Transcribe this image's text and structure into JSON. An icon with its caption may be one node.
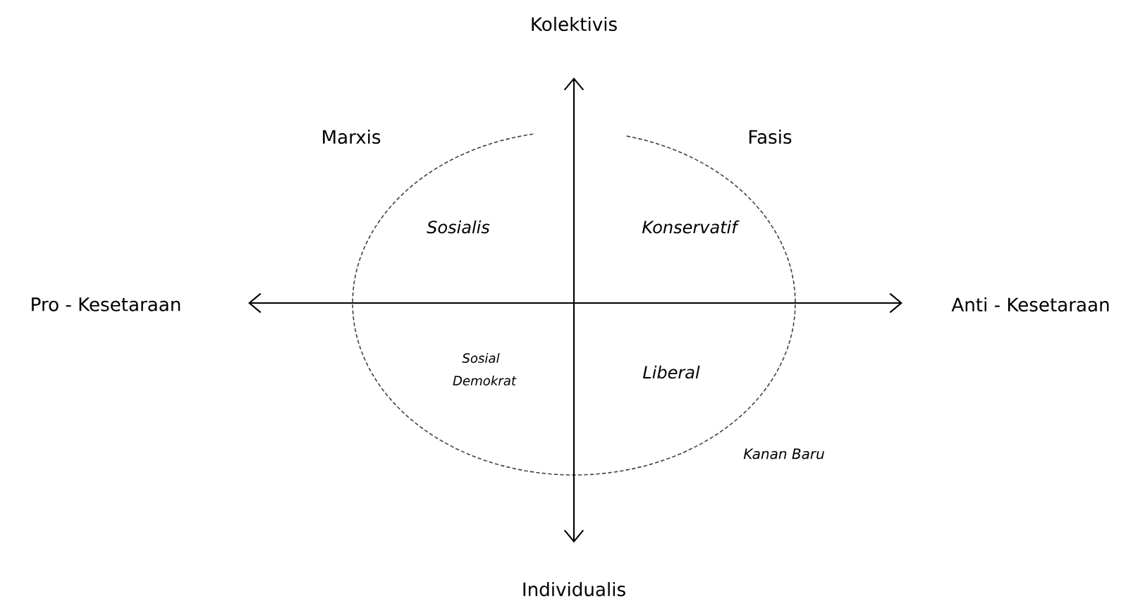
{
  "diagram": {
    "labels": [
      "Kolektivis",
      "Marxis",
      "Fasis",
      "Sosialis",
      "Konservatif",
      "Pro - Kesetaraan",
      "Anti - Kesetaraan",
      "Sosial Demokrat",
      "Liberal",
      "Kanan Baru",
      "Individualis"
    ]
  }
}
